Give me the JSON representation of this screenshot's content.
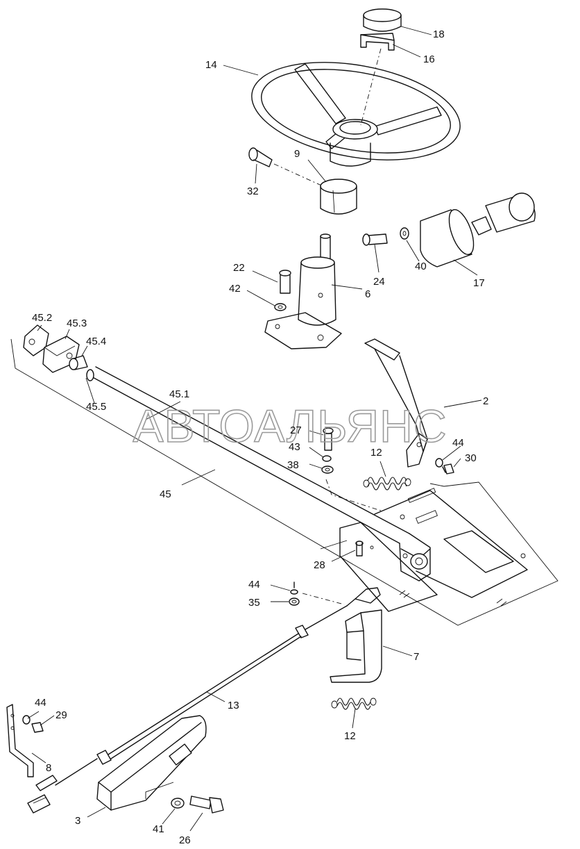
{
  "watermark": "АВТОАЛЬЯНС",
  "callouts": [
    {
      "id": "c18",
      "text": "18"
    },
    {
      "id": "c16",
      "text": "16"
    },
    {
      "id": "c14",
      "text": "14"
    },
    {
      "id": "c9",
      "text": "9"
    },
    {
      "id": "c32",
      "text": "32"
    },
    {
      "id": "c22",
      "text": "22"
    },
    {
      "id": "c42",
      "text": "42"
    },
    {
      "id": "c6",
      "text": "6"
    },
    {
      "id": "c24",
      "text": "24"
    },
    {
      "id": "c40",
      "text": "40"
    },
    {
      "id": "c17",
      "text": "17"
    },
    {
      "id": "c45_2",
      "text": "45.2"
    },
    {
      "id": "c45_3",
      "text": "45.3"
    },
    {
      "id": "c45_4",
      "text": "45.4"
    },
    {
      "id": "c45_5",
      "text": "45.5"
    },
    {
      "id": "c45_1",
      "text": "45.1"
    },
    {
      "id": "c45",
      "text": "45"
    },
    {
      "id": "c2",
      "text": "2"
    },
    {
      "id": "c27",
      "text": "27"
    },
    {
      "id": "c43",
      "text": "43"
    },
    {
      "id": "c38",
      "text": "38"
    },
    {
      "id": "c12a",
      "text": "12"
    },
    {
      "id": "c44a",
      "text": "44"
    },
    {
      "id": "c30",
      "text": "30"
    },
    {
      "id": "c28",
      "text": "28"
    },
    {
      "id": "c44b",
      "text": "44"
    },
    {
      "id": "c35",
      "text": "35"
    },
    {
      "id": "c7",
      "text": "7"
    },
    {
      "id": "c13",
      "text": "13"
    },
    {
      "id": "c12b",
      "text": "12"
    },
    {
      "id": "c44c",
      "text": "44"
    },
    {
      "id": "c29",
      "text": "29"
    },
    {
      "id": "c8",
      "text": "8"
    },
    {
      "id": "c3",
      "text": "3"
    },
    {
      "id": "c41",
      "text": "41"
    },
    {
      "id": "c26",
      "text": "26"
    }
  ]
}
